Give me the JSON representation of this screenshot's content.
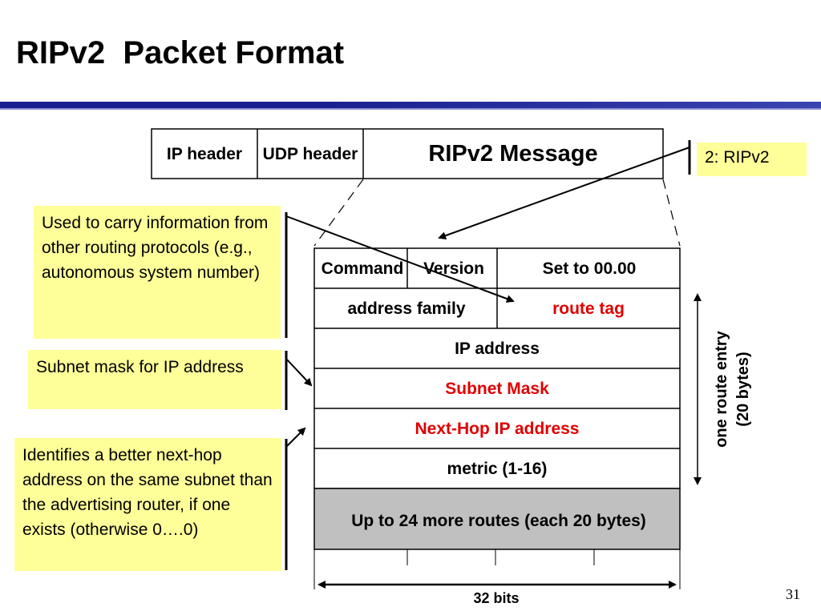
{
  "slide": {
    "title": "RIPv2  Packet Format",
    "slide_number": "31"
  },
  "top_row": {
    "ip_header": "IP header",
    "udp_header": "UDP header",
    "message": "RIPv2 Message"
  },
  "version_callout": "2: RIPv2",
  "packet": {
    "command": "Command",
    "version": "Version",
    "set_zero": "Set to 00.00",
    "address_family": "address family",
    "route_tag": "route tag",
    "ip_address": "IP address",
    "subnet_mask": "Subnet Mask",
    "next_hop": "Next-Hop IP address",
    "metric": "metric (1-16)",
    "more_routes": "Up to 24 more routes (each 20 bytes)"
  },
  "width_label": "32 bits",
  "route_entry_label": {
    "line1": "one route entry",
    "line2": "(20 bytes)"
  },
  "callouts": {
    "route_tag_note": "Used to carry information from other routing protocols (e.g., autonomous system number)",
    "subnet_note": "Subnet mask for IP address",
    "next_hop_note": "Identifies a better next-hop address on the same subnet than the advertising router, if one exists (otherwise 0….0)"
  },
  "colors": {
    "highlight_text": "#e00000",
    "callout_bg": "#ffff99",
    "more_routes_bg": "#c0c0c0",
    "title_rule": "#1a2090"
  }
}
